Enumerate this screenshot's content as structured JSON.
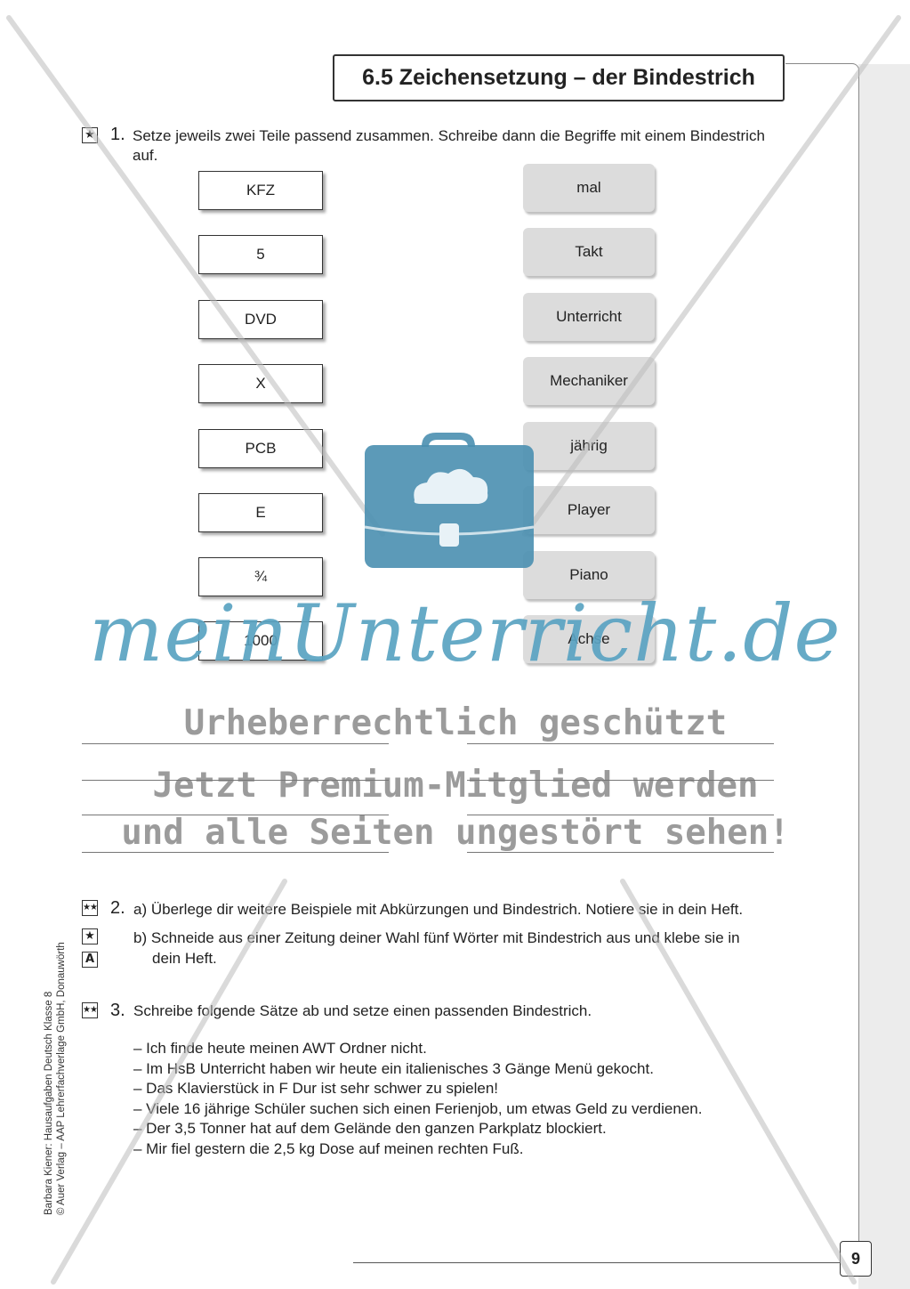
{
  "header": {
    "title": "6.5 Zeichensetzung – der Bindestrich"
  },
  "task1": {
    "number": "1.",
    "difficulty": "★",
    "instruction_line1": "Setze jeweils zwei Teile passend zusammen. Schreibe dann die Begriffe mit einem Bindestrich",
    "instruction_line2": "auf.",
    "left_cards": [
      "KFZ",
      "5",
      "DVD",
      "X",
      "PCB",
      "E",
      "¾",
      "1000"
    ],
    "right_cards": [
      "mal",
      "Takt",
      "Unterricht",
      "Mechaniker",
      "jährig",
      "Player",
      "Piano",
      "Achse"
    ]
  },
  "task2": {
    "number": "2.",
    "difficulty_a": "★★",
    "difficulty_b1": "★",
    "difficulty_b2": "A",
    "part_a": "a) Überlege dir weitere Beispiele mit Abkürzungen und Bindestrich. Notiere sie in dein Heft.",
    "part_b_line1": "b) Schneide aus einer Zeitung deiner Wahl fünf Wörter mit Bindestrich aus und klebe sie in",
    "part_b_line2": "dein Heft."
  },
  "task3": {
    "number": "3.",
    "difficulty": "★★",
    "instruction": "Schreibe folgende Sätze ab und setze einen passenden Bindestrich.",
    "sentences": [
      "– Ich finde heute meinen AWT Ordner nicht.",
      "– Im HsB Unterricht haben wir heute ein italienisches 3 Gänge Menü gekocht.",
      "– Das Klavierstück in F Dur ist sehr schwer zu spielen!",
      "– Viele 16 jährige Schüler suchen sich einen Ferienjob, um etwas Geld zu verdienen.",
      "– Der 3,5 Tonner hat auf dem Gelände den ganzen Parkplatz blockiert.",
      "– Mir fiel gestern die 2,5 kg Dose auf meinen rechten Fuß."
    ]
  },
  "sidebar": {
    "line1": "Barbara Kiener: Hausaufgaben Deutsch Klasse 8",
    "line2": "© Auer Verlag – AAP Lehrerfachverlage GmbH, Donauwörth"
  },
  "footer": {
    "page_number": "9"
  },
  "watermark": {
    "logo": "meinUnterricht.de",
    "line1": "Urheberrechtlich geschützt",
    "line2": "Jetzt Premium-Mitglied werden",
    "line3": "und alle Seiten ungestört sehen!",
    "logo_color": "#5aa3c2"
  }
}
